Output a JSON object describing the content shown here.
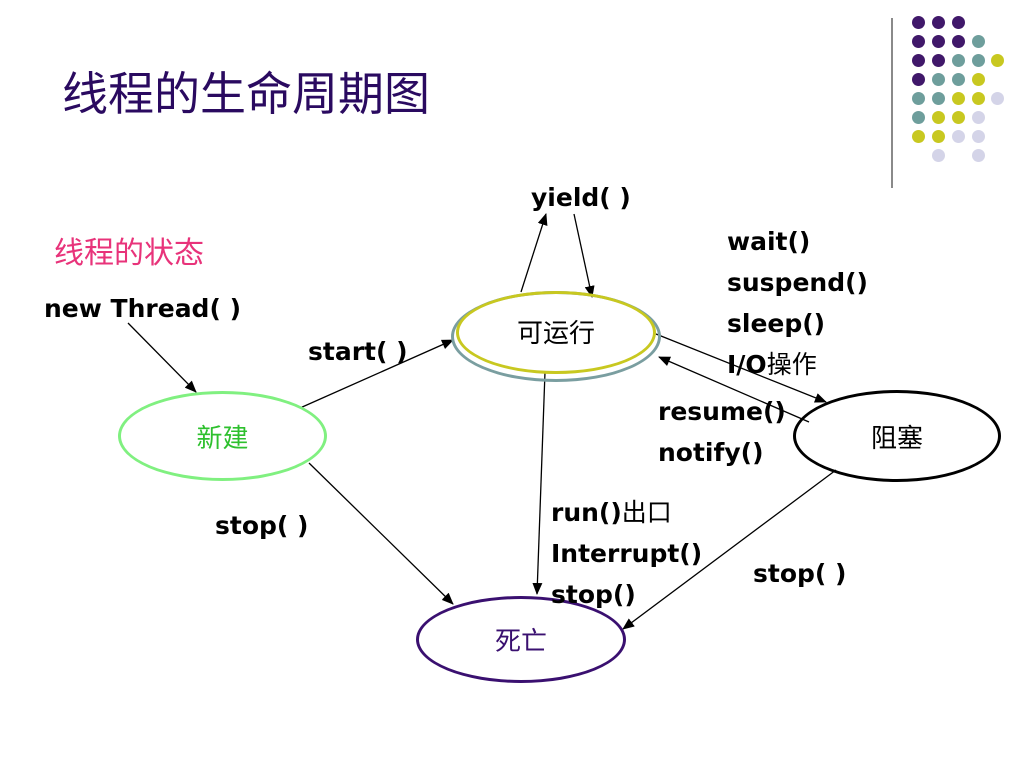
{
  "title": "线程的生命周期图",
  "subtitle": "线程的状态",
  "states": {
    "new": "新建",
    "runnable": "可运行",
    "blocked": "阻塞",
    "dead": "死亡"
  },
  "transitions": {
    "new_thread": "new Thread( )",
    "start": "start( )",
    "yield": "yield( )",
    "block_methods": [
      "wait()",
      "suspend()",
      "sleep()",
      "I/O",
      "操作"
    ],
    "unblock_methods": [
      "resume()",
      "notify()"
    ],
    "exit_methods": [
      "run()",
      "出口",
      "Interrupt()",
      "stop()"
    ],
    "stop_from_new": "stop( )",
    "stop_from_blocked": "stop( )"
  },
  "colors": {
    "title": "#2a0a60",
    "subtitle": "#e8337a",
    "new_border": "#80f080",
    "new_text": "#2ec02e",
    "runnable_border_outer": "#7a9ea0",
    "runnable_border_inner": "#c8c820",
    "blocked_border": "#000000",
    "dead_border": "#3a1070",
    "dot_purple": "#40186a",
    "dot_teal": "#6e9e9c",
    "dot_olive": "#c8c820",
    "dot_lavender": "#d4d4e8"
  }
}
